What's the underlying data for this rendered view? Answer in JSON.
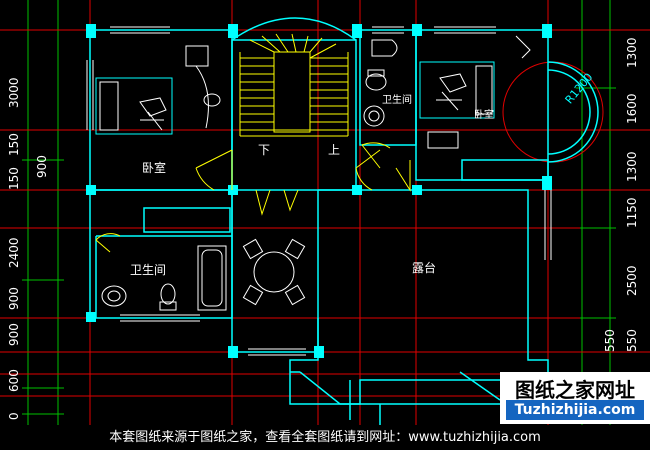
{
  "plan": {
    "rooms": {
      "bedroom_left": "卧室",
      "bedroom_right": "卧室",
      "bathroom_top": "卫生间",
      "bathroom_bottom": "卫生间",
      "terrace": "露台",
      "stair_down": "下",
      "stair_up": "上"
    },
    "arc_label": "R1200",
    "dims_left": [
      "3000",
      "150",
      "900",
      "150",
      "2400",
      "900",
      "900",
      "600",
      "0"
    ],
    "dims_right": [
      "1300",
      "1600",
      "1300",
      "1150",
      "2500",
      "550",
      "550"
    ]
  },
  "logo": {
    "zh": "图纸之家网址",
    "en": "Tuzhizhijia.com"
  },
  "footer": {
    "text": "本套图纸来源于图纸之家，查看全套图纸请到网址：www.tuzhizhijia.com"
  },
  "colors": {
    "wall": "#00ffff",
    "axis": "#ff0000",
    "grid": "#00ff00",
    "stair": "#ffff00",
    "furniture": "#ffffff",
    "background": "#000000"
  }
}
